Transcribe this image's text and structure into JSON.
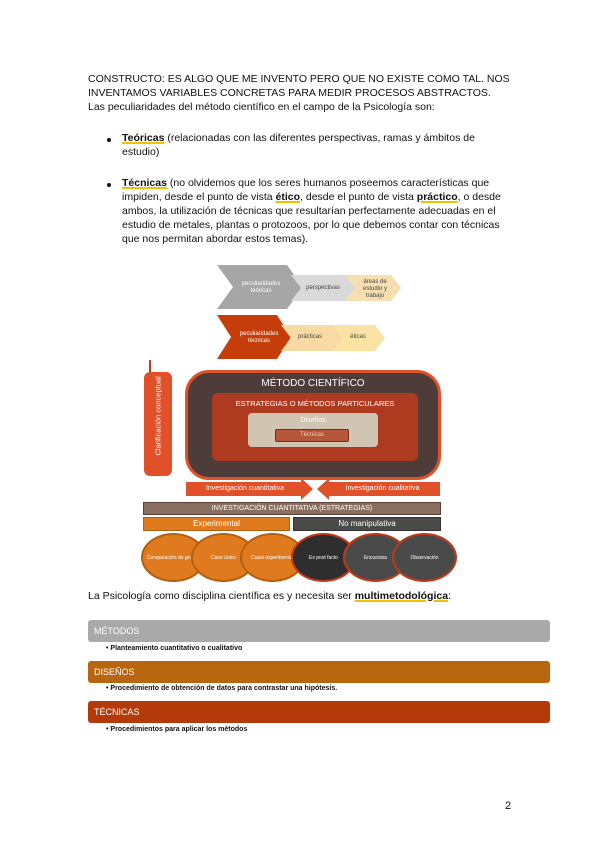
{
  "intro": {
    "line1": "CONSTRUCTO: ES ALGO QUE ME INVENTO PERO QUE NO EXISTE COMO TAL. NOS",
    "line2": "INVENTAMOS VARIABLES CONCRETAS PARA MEDIR PROCESOS ABSTRACTOS.",
    "line3": "Las peculiaridades del método científico en el campo de la Psicología son:"
  },
  "bullets": [
    {
      "term": "Teóricas",
      "lines": [
        "(relacionadas con las diferentes perspectivas, ramas y ámbitos de",
        "estudio)"
      ]
    },
    {
      "term": "Técnicas",
      "l1": "(no olvidemos que los seres humanos poseemos características que",
      "l2a": "impiden, desde el punto de vista ",
      "l2b": "ético",
      "l2c": ", desde el punto de vista ",
      "l2d": "práctico",
      "l2e": ", o desde",
      "l3": "ambos, la utilización de técnicas que resultarían perfectamente adecuadas en el",
      "l4": "estudio de metales, plantas o protozoos, por lo que debemos contar con técnicas",
      "l5": "que nos permitan abordar estos temas)."
    }
  ],
  "chevrons": {
    "row1": [
      "peculiaridades teóricas",
      "perspectivas",
      "áreas de estudio y trabajo"
    ],
    "row2": [
      "peculiaridades técnicas",
      "prácticas",
      "éticas"
    ]
  },
  "diagram": {
    "side_label": "Clarificación conceptual",
    "outer": "MÉTODO CIENTÍFICO",
    "middle": "ESTRATEGIAS O MÉTODOS PARTICULARES",
    "inner": "Diseños",
    "innermost": "Técnicas",
    "arrow_left": "Investigación cuantitativa",
    "arrow_right": "Investigación cualitativa",
    "strategy_bar": "INVESTIGACIÓN CUANTITATIVA (ESTRATEGIAS)",
    "experimental": "Experimental",
    "non_manip": "No manipulativa",
    "circles": [
      "Comparación de grupos",
      "Caso único",
      "Cuasi experimental",
      "Ex post facto",
      "Encuestas",
      "Observación"
    ]
  },
  "psych": {
    "pre": "La Psicología como disciplina científica es y necesita ser ",
    "term": "multimetodológica",
    "post": ":"
  },
  "sections": [
    {
      "title": "MÉTODOS",
      "item": "Planteamiento cuantitativo o cualitativo",
      "color": "#a9a9a9"
    },
    {
      "title": "DISEÑOS",
      "item": "Procedimiento de obtención de datos para contrastar una hipótesis.",
      "color": "#b8650f"
    },
    {
      "title": "TÉCNICAS",
      "item": "Procedimientos para aplicar los métodos",
      "color": "#b53a0a"
    }
  ],
  "page_number": "2"
}
